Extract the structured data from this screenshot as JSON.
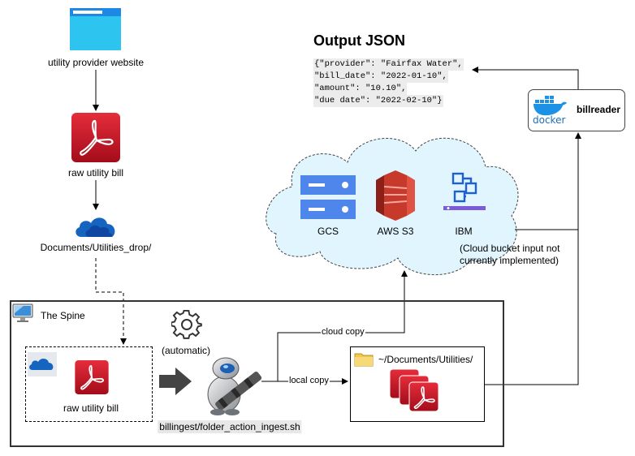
{
  "nodes": {
    "website": {
      "label": "utility provider website",
      "icon": "browser-window-icon"
    },
    "raw_bill_top": {
      "label": "raw utility bill",
      "icon": "pdf-icon"
    },
    "drop_folder": {
      "label": "Documents/Utilities_drop/",
      "icon": "onedrive-cloud-icon"
    },
    "spine": {
      "label": "The Spine",
      "icon": "computer-monitor-icon"
    },
    "raw_bill_spine": {
      "label": "raw utility bill",
      "icon": "pdf-icon"
    },
    "automatic": {
      "label": "(automatic)",
      "icon": "gear-icon"
    },
    "automator": {
      "label": "billingest/folder_action_ingest.sh",
      "icon": "automator-robot-icon"
    },
    "utilities_folder": {
      "label": "~/Documents/Utilities/",
      "icon": "folder-icon"
    },
    "gcs": {
      "label": "GCS",
      "icon": "gcs-icon"
    },
    "s3": {
      "label": "AWS S3",
      "icon": "aws-s3-icon"
    },
    "ibm": {
      "label": "IBM",
      "icon": "ibm-cloud-icon"
    },
    "cloud_note": {
      "line1": "(Cloud bucket input not",
      "line2": "currently implemented)"
    },
    "billreader": {
      "label": "billreader",
      "docker_text": "docker",
      "icon": "docker-whale-icon"
    }
  },
  "edges": {
    "cloud_copy": "cloud copy",
    "local_copy": "local copy"
  },
  "output": {
    "title": "Output JSON",
    "lines": [
      "{\"provider\": \"Fairfax Water\",",
      "\"bill_date\": \"2022-01-10\",",
      "\"amount\": \"10.10\",",
      "\"due date\": \"2022-02-10\"}"
    ]
  },
  "colors": {
    "pdf_red": "#c8102e",
    "onedrive_blue": "#1565c0",
    "browser_cyan": "#2ec4f0",
    "cloud_fill": "#e1f5fe",
    "gcs_blue": "#4f86ec",
    "s3_red": "#c7392b",
    "ibm_blue": "#1c5fd6",
    "docker_blue": "#1d91e6"
  }
}
